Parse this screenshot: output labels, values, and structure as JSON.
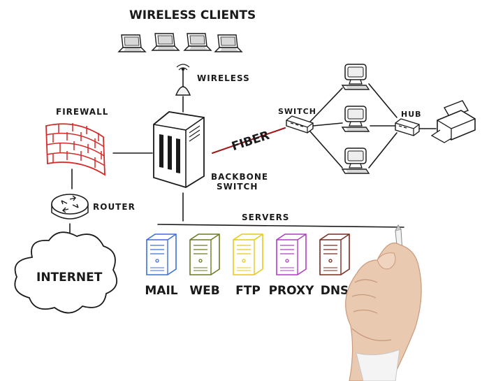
{
  "labels": {
    "wireless_clients": "WIRELESS CLIENTS",
    "wireless": "WIRELESS",
    "firewall": "FIREWALL",
    "router": "ROUTER",
    "internet": "INTERNET",
    "backbone_line1": "BACKBONE",
    "backbone_line2": "SWITCH",
    "fiber": "FIBER",
    "switch": "SWITCH",
    "hub": "HUB",
    "servers": "SERVERS"
  },
  "servers": [
    {
      "label": "MAIL",
      "color": "#3b6fd8"
    },
    {
      "label": "WEB",
      "color": "#6b7a1e"
    },
    {
      "label": "FTP",
      "color": "#e8c81a"
    },
    {
      "label": "PROXY",
      "color": "#b23cc8"
    },
    {
      "label": "DNS",
      "color": "#7a2a1e"
    }
  ],
  "colors": {
    "firewall": "#d42a2a",
    "fiber": "#a01818",
    "ink": "#1a1a1a"
  },
  "icons": [
    "laptop-icon",
    "antenna-icon",
    "firewall-icon",
    "router-icon",
    "cloud-icon",
    "backbone-switch-icon",
    "switch-icon",
    "hub-icon",
    "workstation-icon",
    "printer-icon",
    "server-icon",
    "hand-with-marker"
  ]
}
